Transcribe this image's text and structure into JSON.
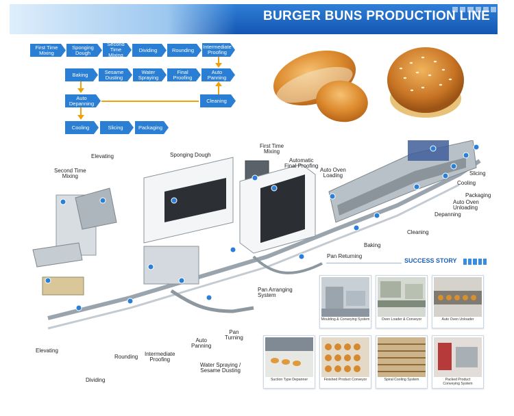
{
  "title": "BURGER BUNS PRODUCTION LINE",
  "flow": {
    "row1": [
      "First Time Mixing",
      "Sponging Dough",
      "Second Time Mixing",
      "Dividing",
      "Rounding",
      "Intermediate Proofing"
    ],
    "row2": [
      "Baking",
      "Sesame Dusting",
      "Water Spraying",
      "Final Proofing",
      "Auto Panning"
    ],
    "row3": [
      "Auto Depanning",
      "Cleaning"
    ],
    "row4": [
      "Cooling",
      "Slicing",
      "Packaging"
    ]
  },
  "labels": {
    "elevating_top": "Elevating",
    "second_time_mixing": "Second Time\nMixing",
    "sponging_dough": "Sponging Dough",
    "first_time_mixing": "First Time\nMixing",
    "automatic_final_proofing": "Automatic\nFinal Proofing",
    "auto_oven_loading": "Auto Oven\nLoading",
    "slicing": "Slicing",
    "cooling": "Cooling",
    "packaging": "Packaging",
    "auto_oven_unloading": "Auto Oven\nUnloading",
    "depanning": "Depanning",
    "cleaning": "Cleaning",
    "baking": "Baking",
    "pan_returning": "Pan Returning",
    "pan_arranging_system": "Pan Arranging\nSystem",
    "pan_turning": "Pan\nTurning",
    "auto_panning": "Auto\nPanning",
    "water_spraying": "Water Spraying /\nSesame Dusting",
    "intermediate_proofing": "Intermediate\nProofing",
    "rounding": "Rounding",
    "dividing": "Dividing",
    "elevating_bottom": "Elevating"
  },
  "success_story": {
    "title": "SUCCESS STORY",
    "cards": [
      "Moulding & Conveying System",
      "Oven Loader & Conveyor",
      "Auto Oven Unloader",
      "Suction Type Depanner",
      "Finished Product Conveyor",
      "Spiral Cooling System",
      "Packed Product\nConveying System"
    ]
  },
  "colors": {
    "header": "#1456b3",
    "process_box": "#2a7fd4",
    "flow_arrow": "#f0a10a",
    "marker": "#2b7fd6"
  }
}
